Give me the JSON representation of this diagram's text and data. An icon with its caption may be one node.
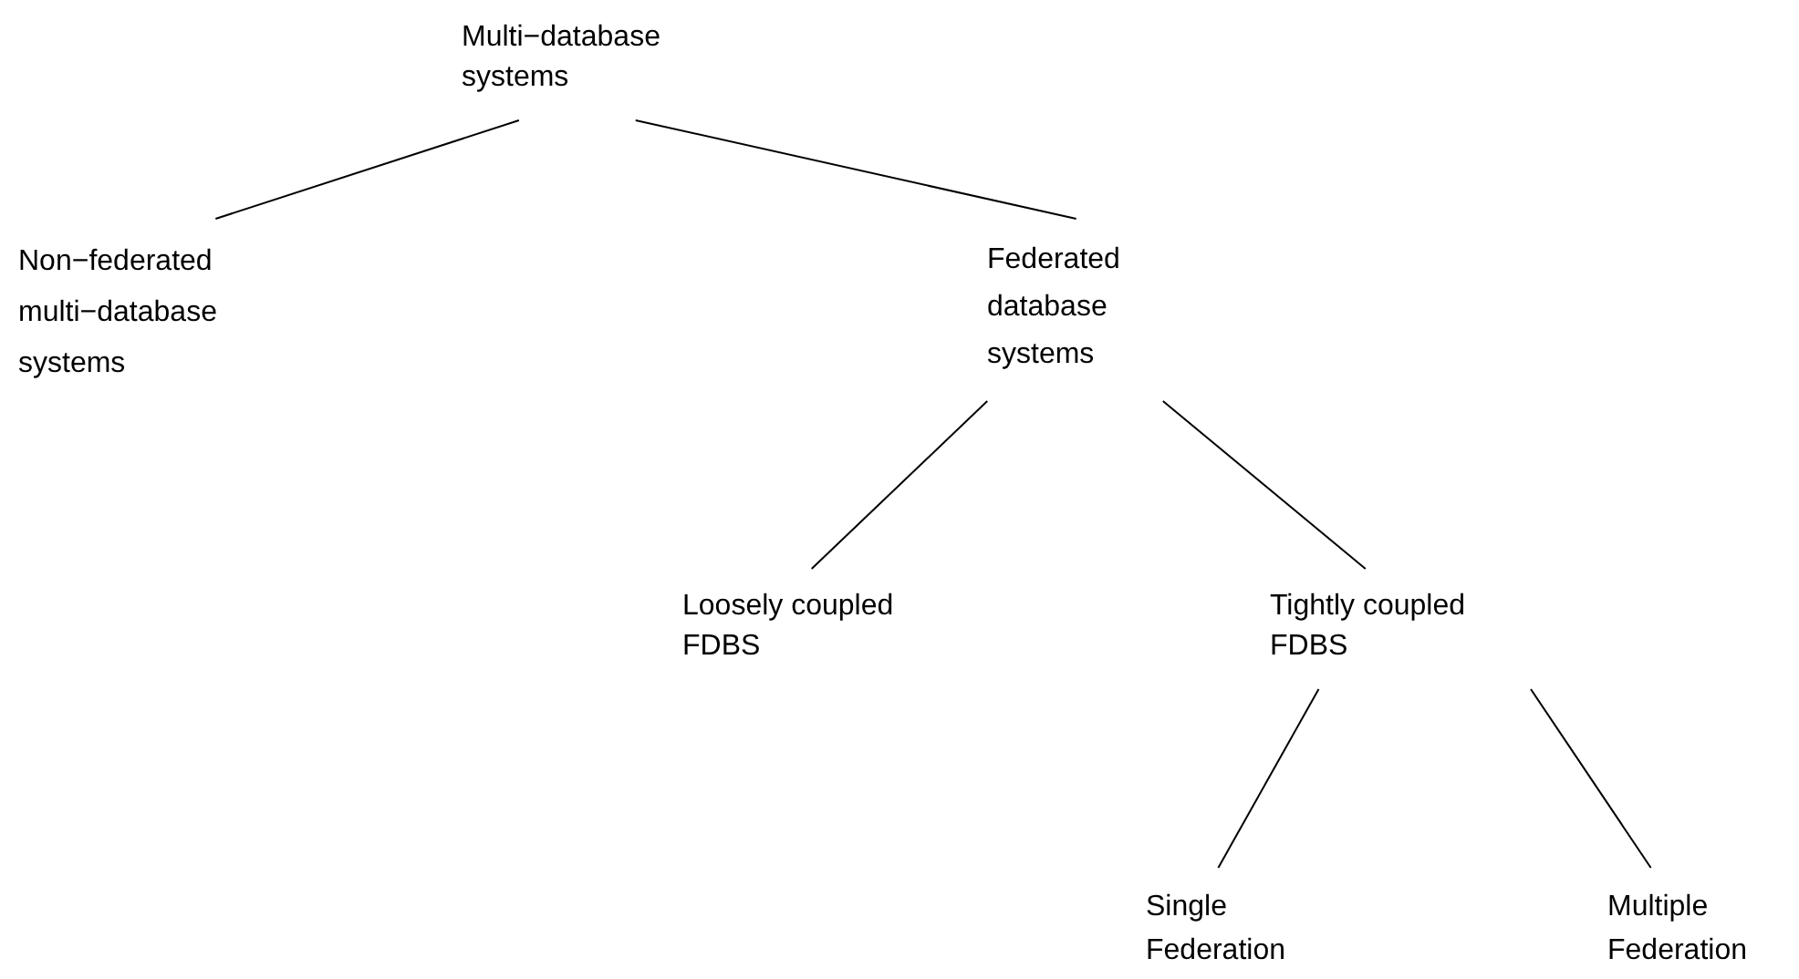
{
  "diagram": {
    "nodes": [
      {
        "text": [
          "Multi−database systems"
        ]
      },
      {
        "text": [
          "Non−federated multi−database systems"
        ]
      },
      {
        "text": [
          "Federated database systems"
        ]
      },
      {
        "text": [
          "Loosely coupled FDBS"
        ]
      },
      {
        "text": [
          "Tightly coupled FDBS"
        ]
      },
      {
        "text": [
          "Single Federation"
        ]
      },
      {
        "text": [
          "Multiple Federation"
        ]
      }
    ],
    "edges": [
      {
        "from": 0,
        "to": 1,
        "arrow": "none"
      },
      {
        "from": 0,
        "to": 2,
        "arrow": "none"
      },
      {
        "from": 2,
        "to": 3,
        "arrow": "none"
      },
      {
        "from": 2,
        "to": 4,
        "arrow": "none"
      },
      {
        "from": 4,
        "to": 5,
        "arrow": "none"
      },
      {
        "from": 4,
        "to": 6,
        "arrow": "none"
      }
    ]
  }
}
